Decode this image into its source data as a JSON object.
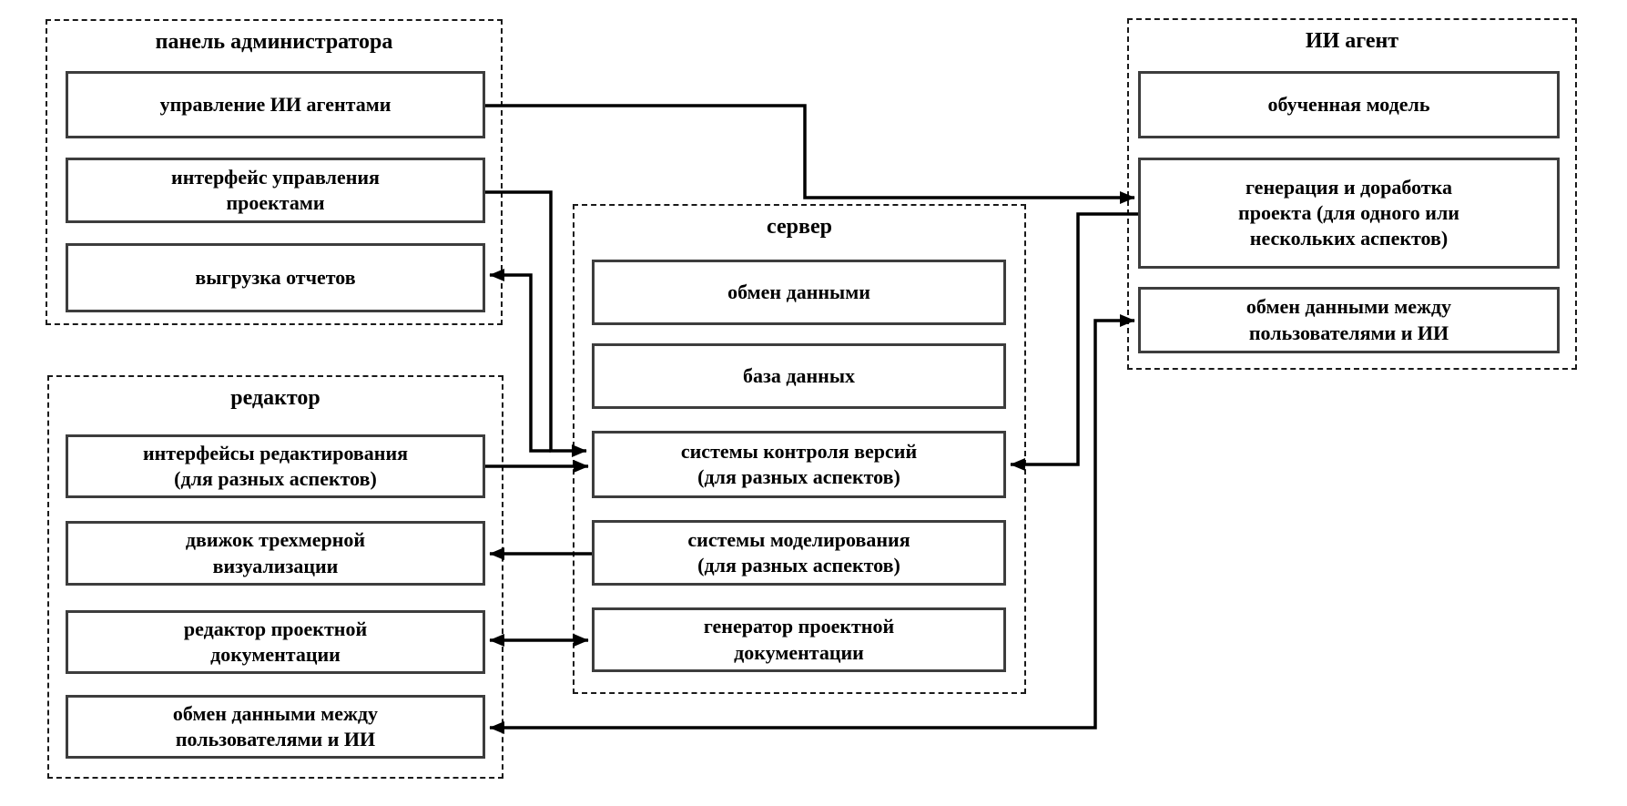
{
  "diagram": {
    "groups": {
      "admin": {
        "title": "панель администратора",
        "items": [
          "управление ИИ агентами",
          "интерфейс управления\nпроектами",
          "выгрузка отчетов"
        ]
      },
      "editor": {
        "title": "редактор",
        "items": [
          "интерфейсы редактирования\n(для разных аспектов)",
          "движок трехмерной\nвизуализации",
          "редактор проектной\nдокументации",
          "обмен данными между\nпользователями и ИИ"
        ]
      },
      "server": {
        "title": "сервер",
        "items": [
          "обмен данными",
          "база данных",
          "системы контроля версий\n(для разных аспектов)",
          "системы моделирования\n(для разных аспектов)",
          "генератор проектной\nдокументации"
        ]
      },
      "ai_agent": {
        "title": "ИИ агент",
        "items": [
          "обученная модель",
          "генерация и доработка\nпроекта (для одного или\nнескольких аспектов)",
          "обмен данными между\nпользователями и ИИ"
        ]
      }
    },
    "connections": [
      {
        "from": "управление ИИ агентами",
        "to": "генерация и доработка проекта (для одного или нескольких аспектов)",
        "direction": "one-way"
      },
      {
        "from": "интерфейс управления проектами",
        "to": "системы контроля версий (для разных аспектов)",
        "direction": "one-way"
      },
      {
        "from": "системы контроля версий (для разных аспектов)",
        "to": "выгрузка отчетов",
        "direction": "one-way"
      },
      {
        "from": "интерфейсы редактирования (для разных аспектов)",
        "to": "системы контроля версий (для разных аспектов)",
        "direction": "one-way"
      },
      {
        "from": "системы моделирования (для разных аспектов)",
        "to": "движок трехмерной визуализации",
        "direction": "one-way"
      },
      {
        "from": "редактор проектной документации",
        "to": "генератор проектной документации",
        "direction": "two-way"
      },
      {
        "from": "обмен данными между пользователями и ИИ (редактор)",
        "to": "обмен данными между пользователями и ИИ (ИИ агент)",
        "direction": "two-way"
      },
      {
        "from": "генерация и доработка проекта (для одного или нескольких аспектов)",
        "to": "системы контроля версий (для разных аспектов)",
        "direction": "one-way"
      }
    ],
    "colors": {
      "background": "#ffffff",
      "line": "#000000",
      "box_border": "#3d3d3d",
      "text": "#000000"
    }
  }
}
